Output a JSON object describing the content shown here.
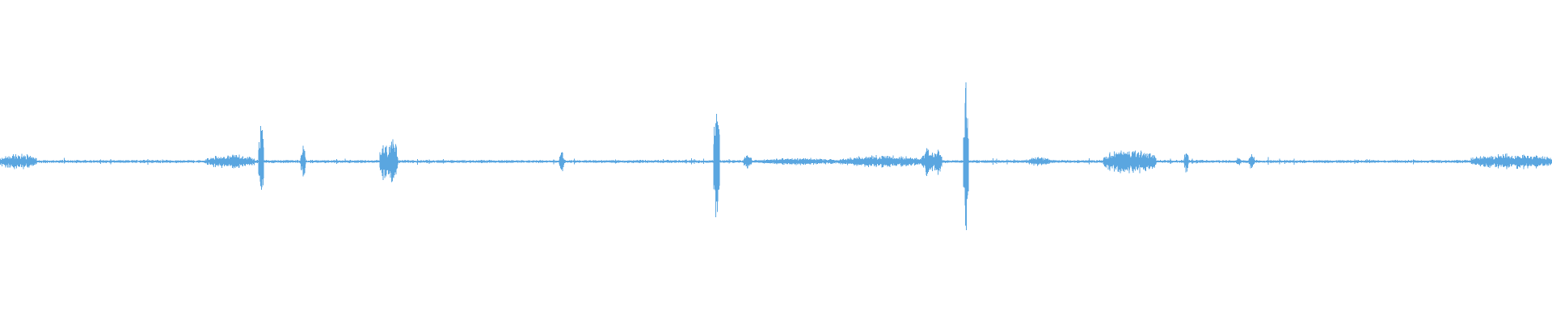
{
  "waveform": {
    "color": "#5aa6e0",
    "background": "#ffffff",
    "duration_seconds": 1920,
    "amplitude_range": [
      -1,
      1
    ],
    "baseline_level": 0.012,
    "bursts": [
      {
        "start": 0,
        "end": 45,
        "level": 0.09
      },
      {
        "start": 255,
        "end": 315,
        "level": 0.08
      },
      {
        "start": 320,
        "end": 326,
        "level": 0.55
      },
      {
        "start": 372,
        "end": 378,
        "level": 0.17
      },
      {
        "start": 470,
        "end": 480,
        "level": 0.22
      },
      {
        "start": 480,
        "end": 492,
        "level": 0.27
      },
      {
        "start": 692,
        "end": 698,
        "level": 0.12
      },
      {
        "start": 883,
        "end": 890,
        "level": 0.71
      },
      {
        "start": 920,
        "end": 930,
        "level": 0.09
      },
      {
        "start": 940,
        "end": 1040,
        "level": 0.04
      },
      {
        "start": 1040,
        "end": 1140,
        "level": 0.07
      },
      {
        "start": 1140,
        "end": 1165,
        "level": 0.12
      },
      {
        "start": 1145,
        "end": 1150,
        "level": 0.2
      },
      {
        "start": 1158,
        "end": 1165,
        "level": 0.18
      },
      {
        "start": 1192,
        "end": 1198,
        "level": 0.95
      },
      {
        "start": 1270,
        "end": 1300,
        "level": 0.05
      },
      {
        "start": 1365,
        "end": 1430,
        "level": 0.14
      },
      {
        "start": 1465,
        "end": 1470,
        "level": 0.13
      },
      {
        "start": 1530,
        "end": 1535,
        "level": 0.05
      },
      {
        "start": 1545,
        "end": 1552,
        "level": 0.09
      },
      {
        "start": 1820,
        "end": 1920,
        "level": 0.09
      }
    ]
  }
}
